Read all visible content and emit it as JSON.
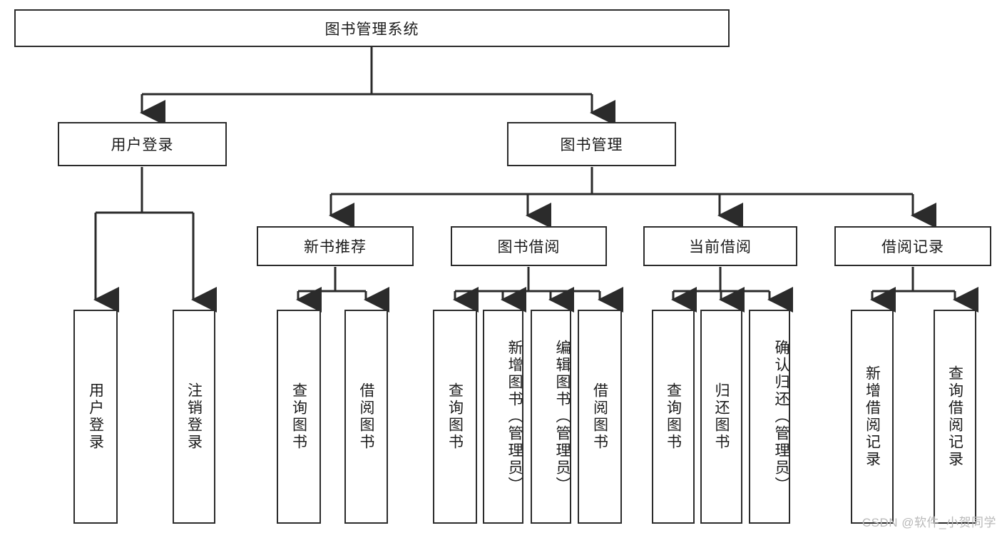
{
  "diagram": {
    "title": "图书管理系统",
    "type": "tree-hierarchy",
    "levels": 4,
    "colors": {
      "stroke": "#2b2b2b",
      "fill": "#ffffff",
      "text": "#1b1b1b",
      "watermark": "#b9b9b9"
    },
    "root": {
      "label": "图书管理系统"
    },
    "level2": [
      {
        "label": "用户登录"
      },
      {
        "label": "图书管理"
      }
    ],
    "level3": [
      {
        "label": "新书推荐"
      },
      {
        "label": "图书借阅"
      },
      {
        "label": "当前借阅"
      },
      {
        "label": "借阅记录"
      }
    ],
    "leaves": {
      "user_login": [
        {
          "label": "用户登录"
        },
        {
          "label": "注销登录"
        }
      ],
      "new_book_recommend": [
        {
          "label": "查询图书"
        },
        {
          "label": "借阅图书"
        }
      ],
      "book_borrow": [
        {
          "label": "查询图书"
        },
        {
          "label": "新增图书（管理员）"
        },
        {
          "label": "编辑图书（管理员）"
        },
        {
          "label": "借阅图书"
        }
      ],
      "current_borrow": [
        {
          "label": "查询图书"
        },
        {
          "label": "归还图书"
        },
        {
          "label": "确认归还（管理员）"
        }
      ],
      "borrow_record": [
        {
          "label": "新增借阅记录"
        },
        {
          "label": "查询借阅记录"
        }
      ]
    },
    "watermark": "CSDN @软件_小贺同学"
  }
}
